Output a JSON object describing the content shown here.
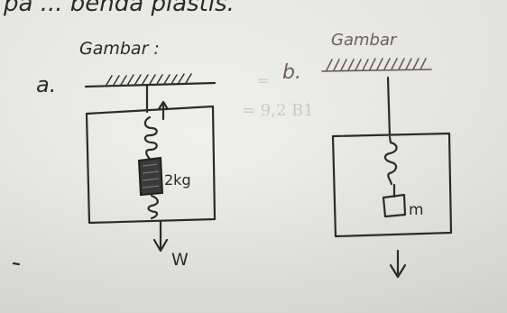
{
  "header_text": "pa ... benda plastis.",
  "fig_a": {
    "caption": "Gambar :",
    "label": "a.",
    "mass": "2kg",
    "force": "W"
  },
  "fig_b": {
    "caption": "Gambar",
    "label": "b.",
    "mass": "m"
  },
  "faint": [
    "=",
    "= 9,2 B1"
  ],
  "colors": {
    "ink": "#2b2b2b",
    "faded_ink": "#6b5f5f",
    "paper": "#e8e8e4"
  }
}
